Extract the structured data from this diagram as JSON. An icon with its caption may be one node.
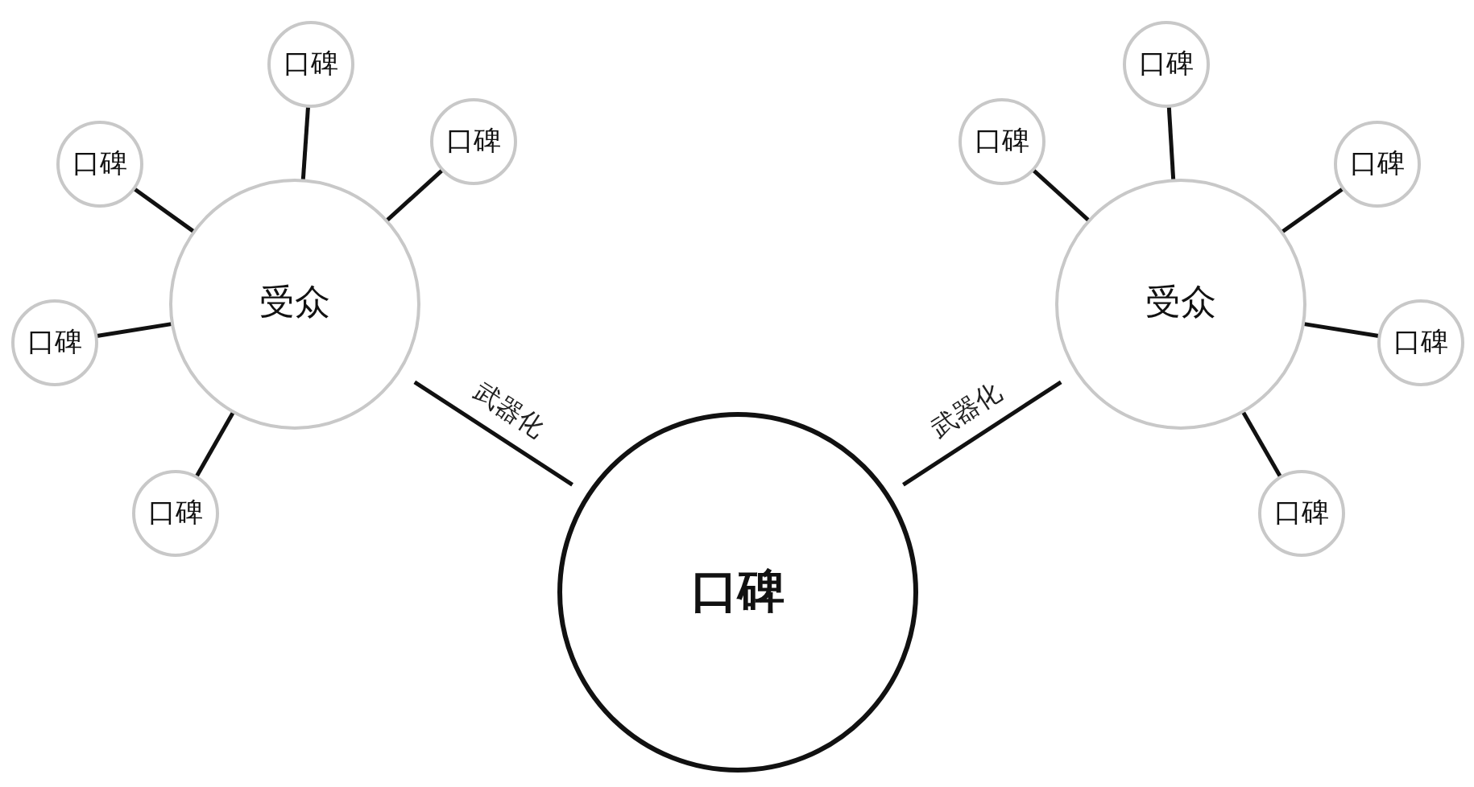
{
  "diagram": {
    "nodes": [
      {
        "text": [
          "受众"
        ]
      },
      {
        "text": [
          "口碑"
        ]
      },
      {
        "text": [
          "口碑"
        ]
      },
      {
        "text": [
          "口碑"
        ]
      },
      {
        "text": [
          "口碑"
        ]
      },
      {
        "text": [
          "口碑"
        ]
      },
      {
        "text": [
          "受众"
        ]
      },
      {
        "text": [
          "口碑"
        ]
      },
      {
        "text": [
          "口碑"
        ]
      },
      {
        "text": [
          "口碑"
        ]
      },
      {
        "text": [
          "口碑"
        ]
      },
      {
        "text": [
          "口碑"
        ]
      },
      {
        "text": [
          "口碑"
        ]
      }
    ],
    "edges": [
      {
        "from": 0,
        "to": 1,
        "arrow": "none"
      },
      {
        "from": 0,
        "to": 2,
        "arrow": "none"
      },
      {
        "from": 0,
        "to": 3,
        "arrow": "none"
      },
      {
        "from": 0,
        "to": 4,
        "arrow": "none"
      },
      {
        "from": 0,
        "to": 5,
        "arrow": "none"
      },
      {
        "from": 6,
        "to": 7,
        "arrow": "none"
      },
      {
        "from": 6,
        "to": 8,
        "arrow": "none"
      },
      {
        "from": 6,
        "to": 9,
        "arrow": "none"
      },
      {
        "from": 6,
        "to": 10,
        "arrow": "none"
      },
      {
        "from": 6,
        "to": 11,
        "arrow": "none"
      },
      {
        "from": 0,
        "to": 12,
        "arrow": "none",
        "label": "武器化"
      },
      {
        "from": 6,
        "to": 12,
        "arrow": "none",
        "label": "武器化"
      }
    ]
  }
}
